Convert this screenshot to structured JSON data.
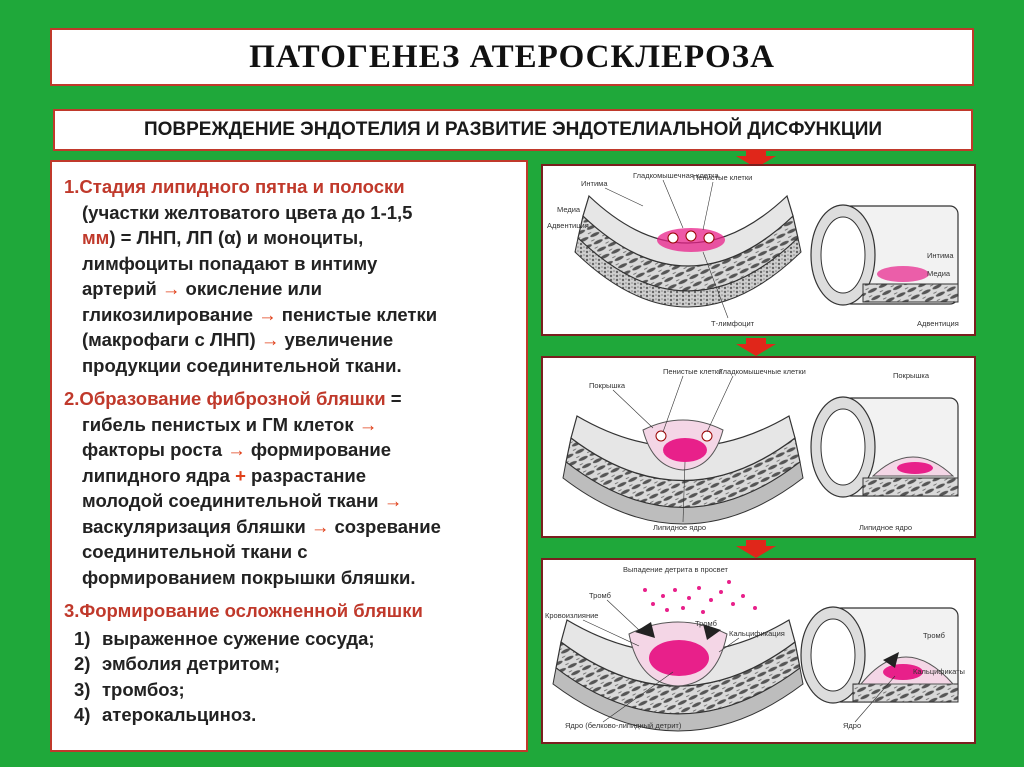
{
  "title": "ПАТОГЕНЕЗ АТЕРОСКЛЕРОЗА",
  "subtitle": "ПОВРЕЖДЕНИЕ ЭНДОТЕЛИЯ И РАЗВИТИЕ ЭНДОТЕЛИАЛЬНОЙ ДИСФУНКЦИИ",
  "stage1": {
    "head": "1.Стадия липидного пятна и полоски",
    "line1": "(участки желтоватого цвета до 1-1,5",
    "line2a": "мм",
    "line2b": ") = ЛНП, ЛП (α) и моноциты,",
    "line3": "лимфоциты попадают в интиму",
    "line4a": "артерий ",
    "arrow": "→",
    "line4b": " окисление или",
    "line5a": "гликозилирование ",
    "line5b": " пенистые клетки",
    "line6a": "(макрофаги с ЛНП) ",
    "line6b": " увеличение",
    "line7": "продукции соединительной ткани."
  },
  "stage2": {
    "head": "2.Образование фиброзной бляшки",
    "eq": " =",
    "line1a": "гибель пенистых и ГМ клеток ",
    "line2a": "факторы роста ",
    "line2b": " формирование",
    "line3a": "липидного ядра ",
    "plus": "+",
    "line3b": " разрастание",
    "line4a": "молодой соединительной ткани ",
    "line5a": "васкуляризация бляшки ",
    "line5b": " созревание",
    "line6": "соединительной ткани с",
    "line7": "формированием покрышки бляшки."
  },
  "stage3": {
    "head": "3.Формирование осложненной бляшки",
    "items": [
      {
        "n": "1)",
        "t": "выраженное сужение сосуда;"
      },
      {
        "n": "2)",
        "t": "эмболия детритом;"
      },
      {
        "n": "3)",
        "t": "тромбоз;"
      },
      {
        "n": "4)",
        "t": "атерокальциноз."
      }
    ]
  },
  "panel1": {
    "labels": [
      "Интима",
      "Гладкомышечная клетка",
      "Пенистые клетки",
      "Медиа",
      "Адвентиция",
      "Т-лимфоцит",
      "Интима",
      "Медиа",
      "Адвентиция"
    ]
  },
  "panel2": {
    "labels": [
      "Покрышка",
      "Пенистые клетки",
      "Гладкомышечные клетки",
      "Покрышка",
      "Липидное ядро",
      "Липидное ядро"
    ]
  },
  "panel3": {
    "labels": [
      "Выпадение детрита в просвет",
      "Тромб",
      "Кровоизлияние",
      "Тромб",
      "Кальцификация",
      "Тромб",
      "Кальцификаты",
      "Ядро (белково-липидный детрит)",
      "Ядро"
    ]
  },
  "colors": {
    "background": "#1fa83a",
    "border": "#c0392b",
    "accent": "#e0401a",
    "plaque": "#e8208a"
  }
}
